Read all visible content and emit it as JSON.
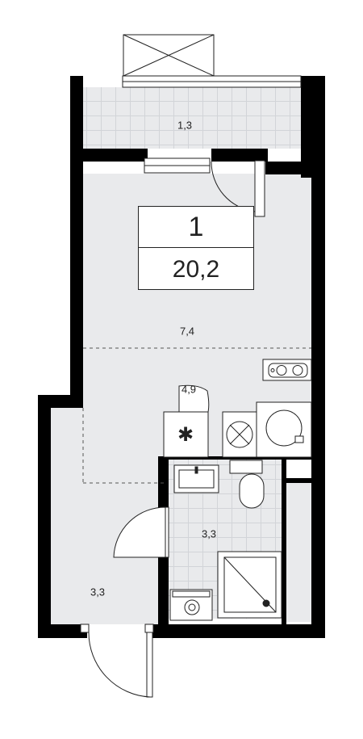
{
  "plan": {
    "apartment": {
      "rooms_count": "1",
      "total_area": "20,2"
    },
    "areas": {
      "balcony": "1,3",
      "living_room": "7,4",
      "kitchen": "4,9",
      "bathroom": "3,3",
      "hallway": "3,3"
    }
  },
  "colors": {
    "wall": "#000000",
    "floor": "#e9eaec",
    "tile_grid": "#d2d4d8",
    "line": "#222222"
  }
}
